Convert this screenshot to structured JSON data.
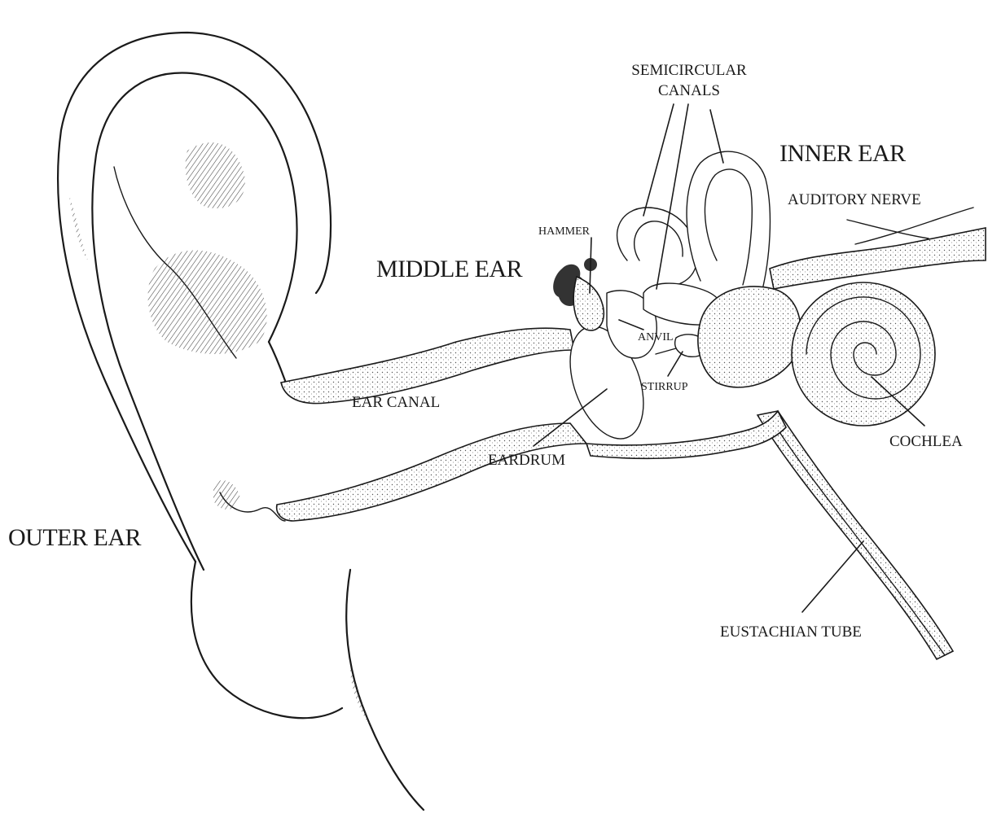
{
  "labels": {
    "outer_ear": "OUTER EAR",
    "middle_ear": "MIDDLE EAR",
    "inner_ear": "INNER EAR",
    "semicircular_canals_line1": "SEMICIRCULAR",
    "semicircular_canals_line2": "CANALS",
    "auditory_nerve": "AUDITORY NERVE",
    "hammer": "HAMMER",
    "anvil": "ANVIL",
    "stirrup": "STIRRUP",
    "ear_canal": "EAR CANAL",
    "eardrum": "EARDRUM",
    "cochlea": "COCHLEA",
    "eustachian_tube": "EUSTACHIAN TUBE"
  },
  "colors": {
    "ink": "#1a1a1a",
    "paper": "#ffffff"
  }
}
